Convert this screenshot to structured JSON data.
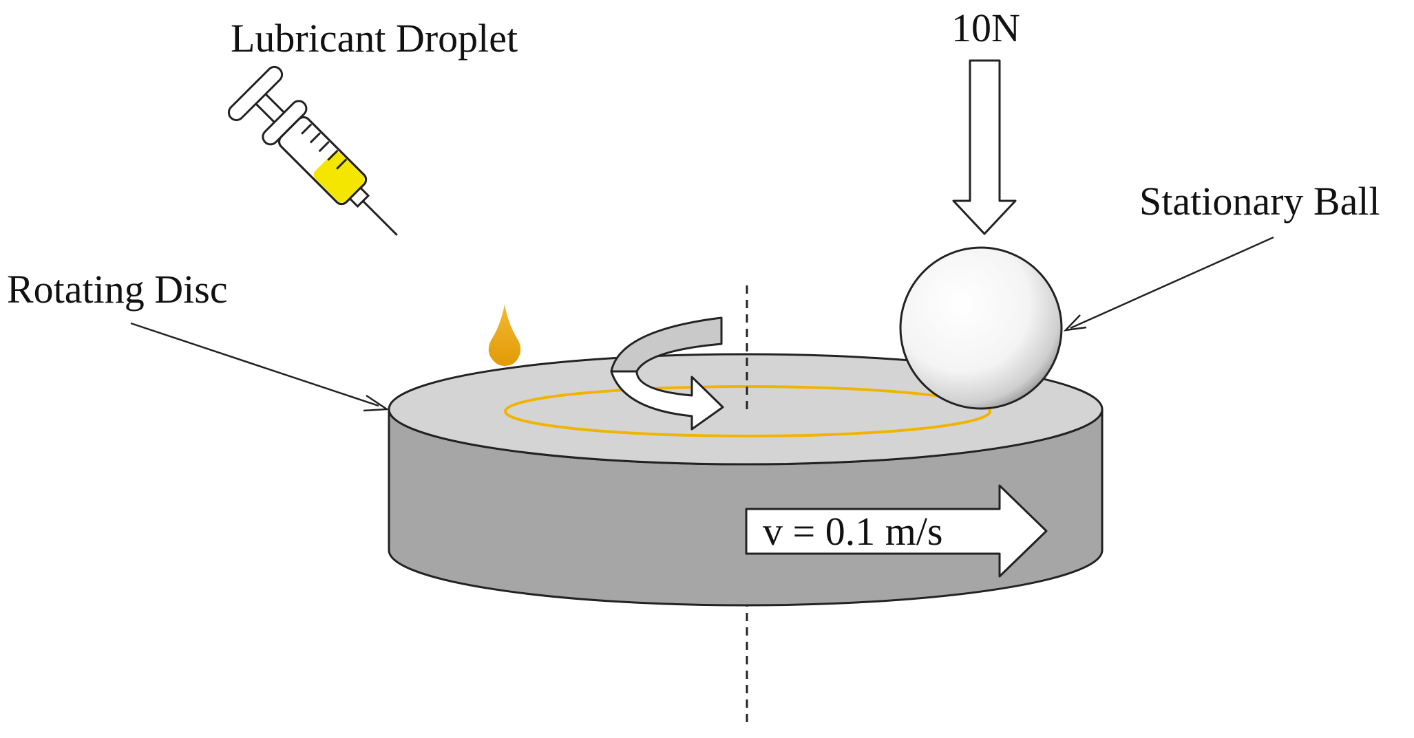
{
  "labels": {
    "lubricant_droplet": "Lubricant Droplet",
    "rotating_disc": "Rotating Disc",
    "stationary_ball": "Stationary Ball",
    "load": "10N",
    "velocity": "v = 0.1 m/s"
  },
  "colors": {
    "disc_top": "#d4d4d4",
    "disc_side": "#a6a6a6",
    "wear_track": "#f0b400",
    "lubricant": "#f5e600",
    "droplet": "#e8a20f",
    "outline": "#222222"
  }
}
